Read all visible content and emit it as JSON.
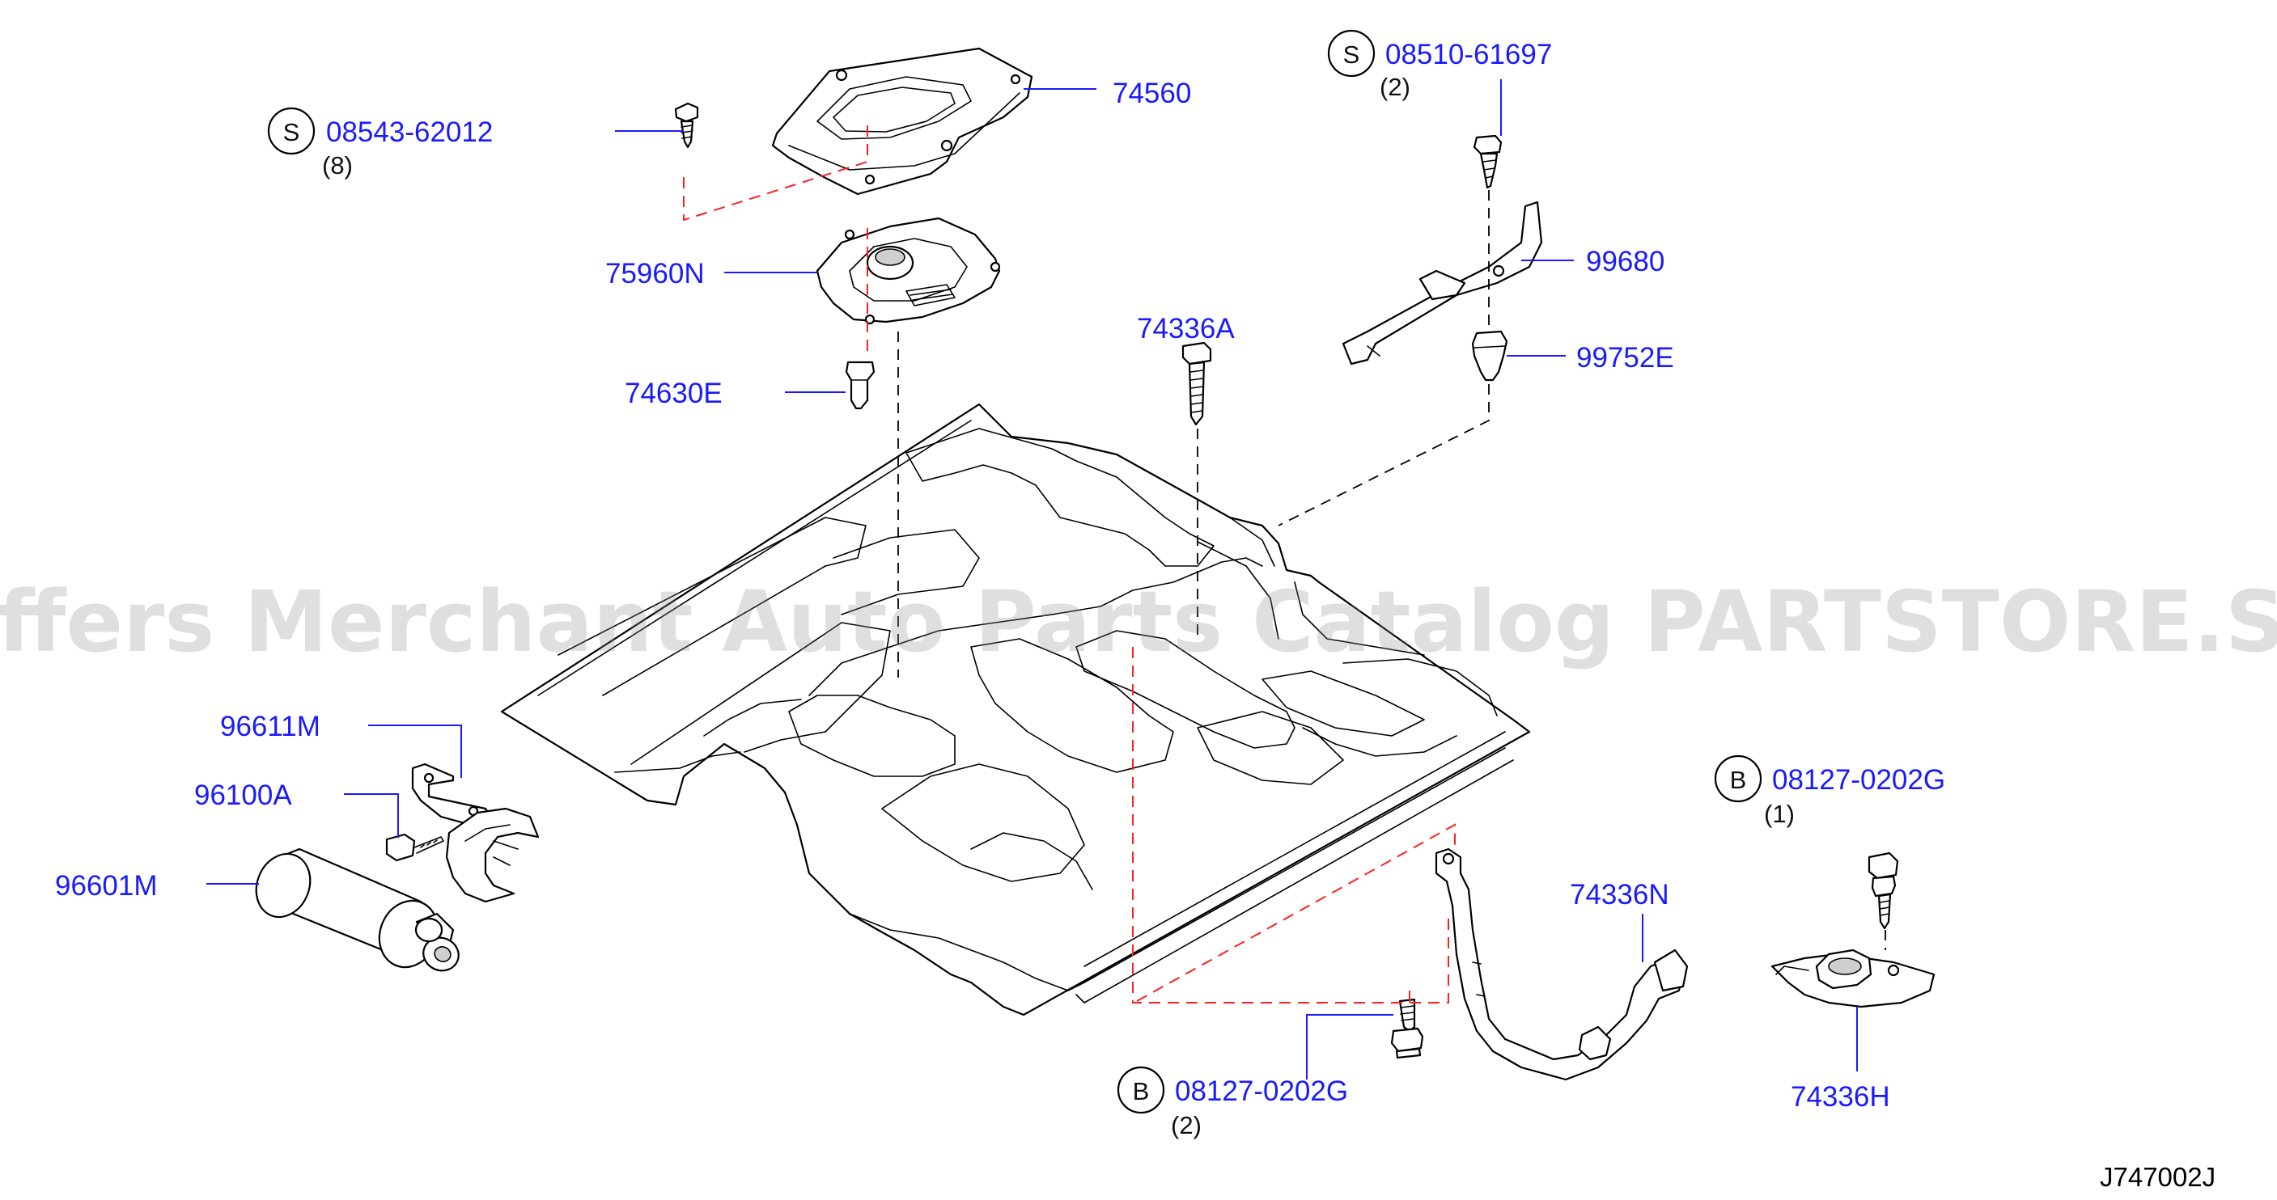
{
  "callouts": [
    {
      "id": "c1",
      "prefix": "S",
      "part": "08543-62012",
      "qty": "(8)"
    },
    {
      "id": "c2",
      "part": "74560"
    },
    {
      "id": "c3",
      "prefix": "S",
      "part": "08510-61697",
      "qty": "(2)"
    },
    {
      "id": "c4",
      "part": "75960N"
    },
    {
      "id": "c5",
      "part": "99680"
    },
    {
      "id": "c6",
      "part": "74336A"
    },
    {
      "id": "c7",
      "part": "74630E"
    },
    {
      "id": "c8",
      "part": "99752E"
    },
    {
      "id": "c9",
      "part": "96611M"
    },
    {
      "id": "c10",
      "part": "96100A"
    },
    {
      "id": "c11",
      "part": "96601M"
    },
    {
      "id": "c12",
      "prefix": "B",
      "part": "08127-0202G",
      "qty": "(1)"
    },
    {
      "id": "c13",
      "part": "74336N"
    },
    {
      "id": "c14",
      "prefix": "B",
      "part": "08127-0202G",
      "qty": "(2)"
    },
    {
      "id": "c15",
      "part": "74336H"
    }
  ],
  "watermark": "Offers Merchant Auto Parts Catalog PARTSTORE.SA",
  "figure_code": "J747002J",
  "colors": {
    "label": "#1a1aff",
    "red_dash": "#ff2020",
    "line": "#000000"
  }
}
